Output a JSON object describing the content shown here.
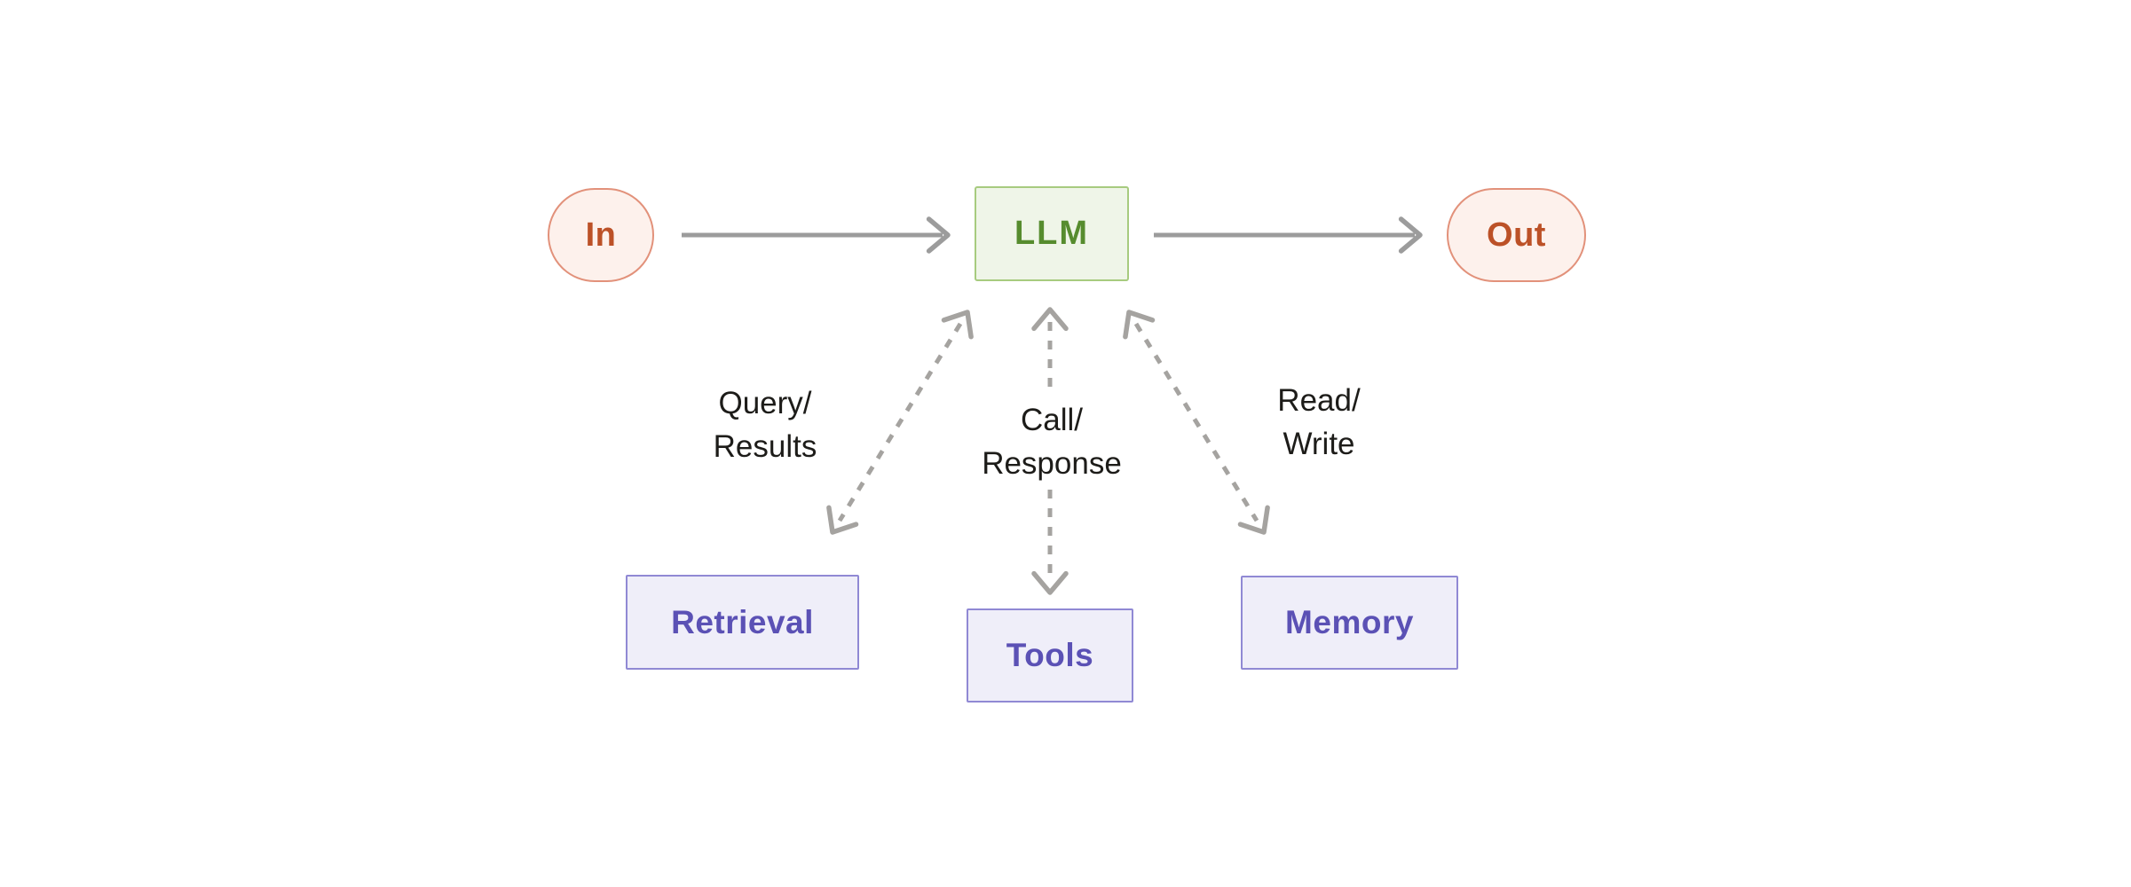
{
  "diagram": {
    "nodes": {
      "input": {
        "label": "In"
      },
      "llm": {
        "label": "LLM"
      },
      "output": {
        "label": "Out"
      },
      "retrieval": {
        "label": "Retrieval"
      },
      "tools": {
        "label": "Tools"
      },
      "memory": {
        "label": "Memory"
      }
    },
    "edge_labels": {
      "retrieval": "Query/\nResults",
      "tools": "Call/\nResponse",
      "memory": "Read/\nWrite"
    },
    "colors": {
      "terminal-bg": "#fdf1ec",
      "terminal-border": "#e2917a",
      "terminal-text": "#bc5127",
      "llm-bg": "#eff5e8",
      "llm-border": "#a7cb7f",
      "llm-text": "#568c2e",
      "module-bg": "#efeef9",
      "module-border": "#9089d4",
      "module-text": "#5b51b5",
      "arrow-solid": "#9c9c9c",
      "arrow-dashed": "#a5a3a0",
      "label-text": "#1d1c19"
    }
  }
}
